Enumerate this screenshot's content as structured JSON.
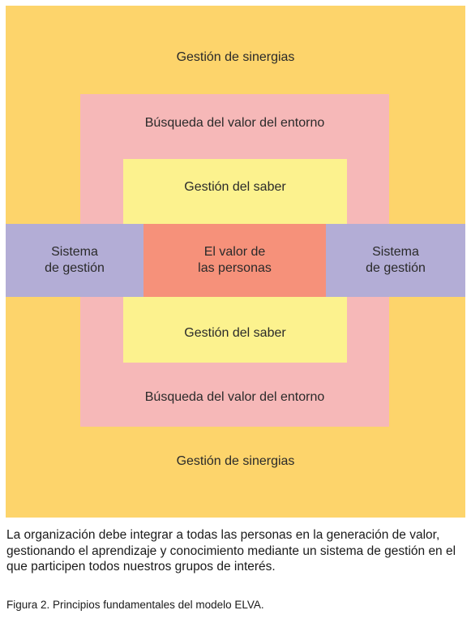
{
  "diagram": {
    "outer_top_label": "Gestión de sinergias",
    "outer_bottom_label": "Gestión de sinergias",
    "middle_top_label": "Búsqueda del valor del entorno",
    "middle_bottom_label": "Búsqueda del valor del entorno",
    "inner_top_label": "Gestión del saber",
    "inner_bottom_label": "Gestión del saber",
    "center_label": "El valor de\nlas personas",
    "left_band_label": "Sistema\nde gestión",
    "right_band_label": "Sistema\nde gestión",
    "colors": {
      "outer": "#fdd46b",
      "middle": "#f6b8b8",
      "inner": "#fcf28e",
      "band": "#b3add6",
      "center": "#f6917a"
    }
  },
  "caption": "La organización debe integrar a todas las personas en la generación de valor, gestionando el aprendizaje y conocimiento mediante un sistema de gestión en el que participen todos nuestros grupos de interés.",
  "figure_caption": "Figura 2. Principios fundamentales del modelo ELVA."
}
